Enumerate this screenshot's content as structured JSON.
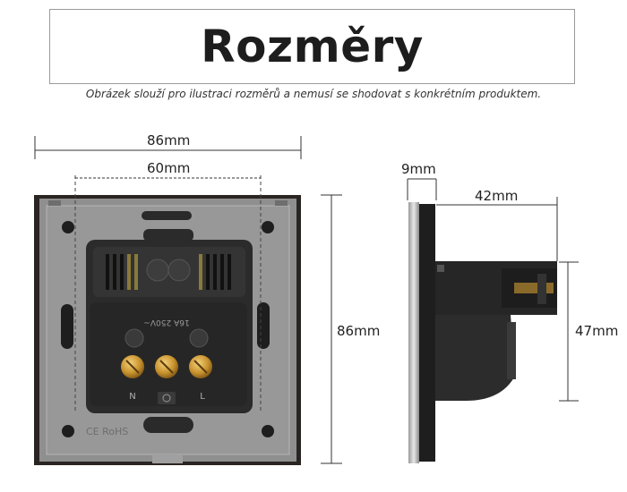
{
  "header": {
    "title": "Rozměry",
    "disclaimer": "Obrázek slouží pro ilustraci rozměrů a nemusí se shodovat s konkrétním produktem."
  },
  "front_view": {
    "overall_width": "86mm",
    "mechanism_width": "60mm",
    "overall_height": "86mm",
    "socket_marks": {
      "rating": "16A 250V~",
      "neutral": "N",
      "live": "L",
      "certification": "CE RoHS"
    }
  },
  "side_view": {
    "plate_thickness": "9mm",
    "body_depth": "42mm",
    "body_height": "47mm"
  },
  "colors": {
    "plate": "#2a2522",
    "frame": "#8c8c8c",
    "dimension_line": "#333333",
    "terminal": "#c8922e"
  }
}
